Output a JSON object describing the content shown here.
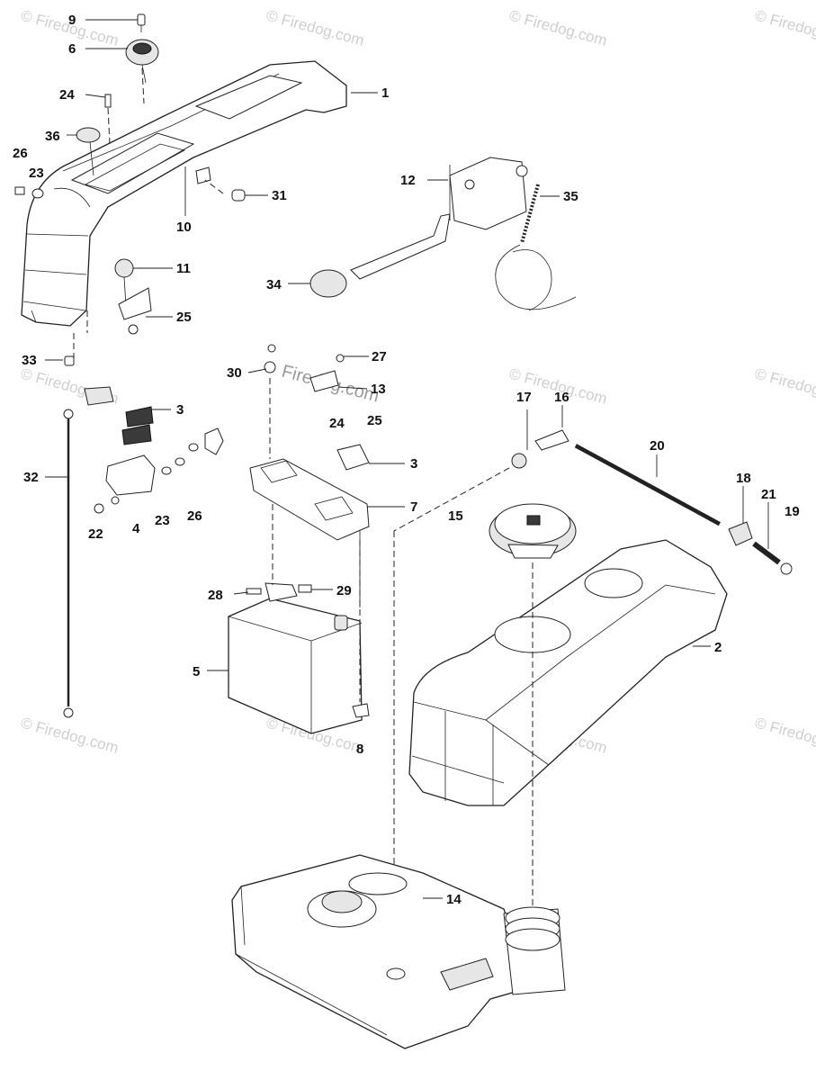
{
  "callouts": [
    {
      "n": "9"
    },
    {
      "n": "6"
    },
    {
      "n": "24"
    },
    {
      "n": "1"
    },
    {
      "n": "36"
    },
    {
      "n": "26"
    },
    {
      "n": "23"
    },
    {
      "n": "10"
    },
    {
      "n": "31"
    },
    {
      "n": "12"
    },
    {
      "n": "35"
    },
    {
      "n": "11"
    },
    {
      "n": "34"
    },
    {
      "n": "25"
    },
    {
      "n": "33"
    },
    {
      "n": "27"
    },
    {
      "n": "30"
    },
    {
      "n": "13"
    },
    {
      "n": "3"
    },
    {
      "n": "24"
    },
    {
      "n": "25"
    },
    {
      "n": "3"
    },
    {
      "n": "17"
    },
    {
      "n": "16"
    },
    {
      "n": "20"
    },
    {
      "n": "32"
    },
    {
      "n": "7"
    },
    {
      "n": "15"
    },
    {
      "n": "18"
    },
    {
      "n": "21"
    },
    {
      "n": "19"
    },
    {
      "n": "22"
    },
    {
      "n": "4"
    },
    {
      "n": "23"
    },
    {
      "n": "26"
    },
    {
      "n": "2"
    },
    {
      "n": "28"
    },
    {
      "n": "29"
    },
    {
      "n": "5"
    },
    {
      "n": "8"
    },
    {
      "n": "14"
    }
  ],
  "watermark": {
    "brand_text": "© Firedog.com",
    "center_text": "Firedog.com"
  },
  "colors": {
    "line": "#222222",
    "watermark": "#cfcfcf",
    "background": "#ffffff"
  }
}
